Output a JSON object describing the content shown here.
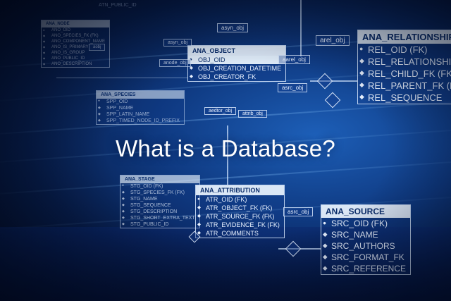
{
  "headline": "What is a Database?",
  "tables": {
    "ana_object": {
      "title": "ANA_OBJECT",
      "rows": [
        "OBJ_OID",
        "OBJ_CREATION_DATETIME",
        "OBJ_CREATOR_FK"
      ]
    },
    "ana_relationship": {
      "title": "ANA_RELATIONSHIP",
      "rows": [
        "REL_OID (FK)",
        "REL_RELATIONSHIP",
        "REL_CHILD_FK (FK)",
        "REL_PARENT_FK (FK)",
        "REL_SEQUENCE"
      ]
    },
    "ana_attribution": {
      "title": "ANA_ATTRIBUTION",
      "rows": [
        "ATR_OID (FK)",
        "ATR_OBJECT_FK (FK)",
        "ATR_SOURCE_FK (FK)",
        "ATR_EVIDENCE_FK (FK)",
        "ATR_COMMENTS"
      ]
    },
    "ana_source": {
      "title": "ANA_SOURCE",
      "rows": [
        "SRC_OID (FK)",
        "SRC_NAME",
        "SRC_AUTHORS",
        "SRC_FORMAT_FK",
        "SRC_REFERENCE"
      ]
    },
    "ana_stage": {
      "title": "ANA_STAGE",
      "rows": [
        "STG_OID (FK)",
        "STG_SPECIES_FK (FK)",
        "STG_NAME",
        "STG_SEQUENCE",
        "STG_DESCRIPTION",
        "STG_SHORT_EXTRA_TEXT",
        "STG_PUBLIC_ID"
      ]
    },
    "ana_species": {
      "title": "ANA_SPECIES",
      "rows": [
        "SPP_OID",
        "SPP_NAME",
        "SPP_LATIN_NAME",
        "SPP_TIMED_NODE_ID_PREFIX"
      ]
    },
    "ana_node": {
      "title": "ANA_NODE",
      "rows": [
        "ANO_OID",
        "ANO_SPECIES_FK (FK)",
        "ANO_COMPONENT_NAME",
        "ANO_IS_PRIMARY",
        "ANO_IS_GROUP",
        "ANO_PUBLIC_ID",
        "ANO_DESCRIPTION"
      ]
    }
  },
  "tags": [
    "asyn_obj",
    "aarel_obj",
    "arel_obj",
    "asrc_obj",
    "aedtor_obj",
    "attrib_obj",
    "asrc_obj",
    "aobj",
    "asyn_obj",
    "anode_obj"
  ],
  "ghost_top": "ATN_PUBLIC_ID"
}
